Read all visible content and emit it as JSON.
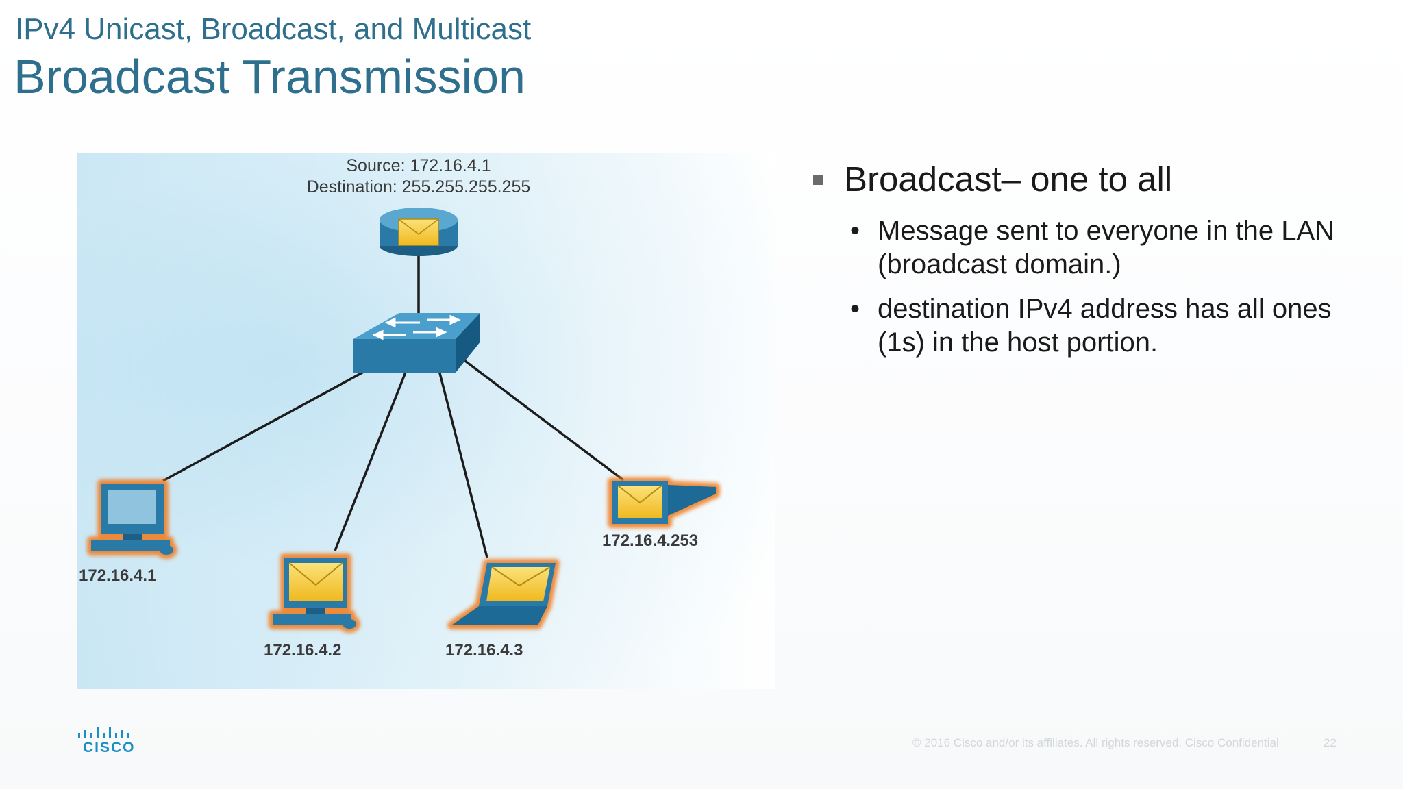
{
  "slide": {
    "subtitle": "IPv4 Unicast, Broadcast, and Multicast",
    "title": "Broadcast Transmission"
  },
  "diagram": {
    "source_label": "Source: 172.16.4.1",
    "destination_label": "Destination: 255.255.255.255",
    "hosts": [
      {
        "type": "desktop",
        "ip": "172.16.4.1",
        "highlighted": true,
        "message": false
      },
      {
        "type": "desktop",
        "ip": "172.16.4.2",
        "highlighted": true,
        "message": true
      },
      {
        "type": "laptop",
        "ip": "172.16.4.3",
        "highlighted": true,
        "message": true
      },
      {
        "type": "printer",
        "ip": "172.16.4.253",
        "highlighted": true,
        "message": true
      }
    ],
    "colors": {
      "device": "#2a7aa8",
      "highlight": "#f07a1e",
      "message": "#f5c533"
    }
  },
  "bullets": {
    "main": "Broadcast– one to all",
    "sub": [
      "Message sent to everyone in the LAN (broadcast domain.)",
      "destination IPv4 address has all ones (1s) in the host portion."
    ]
  },
  "footer": {
    "logo_text": "CISCO",
    "copyright": "© 2016  Cisco and/or its affiliates. All rights reserved.   Cisco Confidential",
    "page_number": "22"
  }
}
